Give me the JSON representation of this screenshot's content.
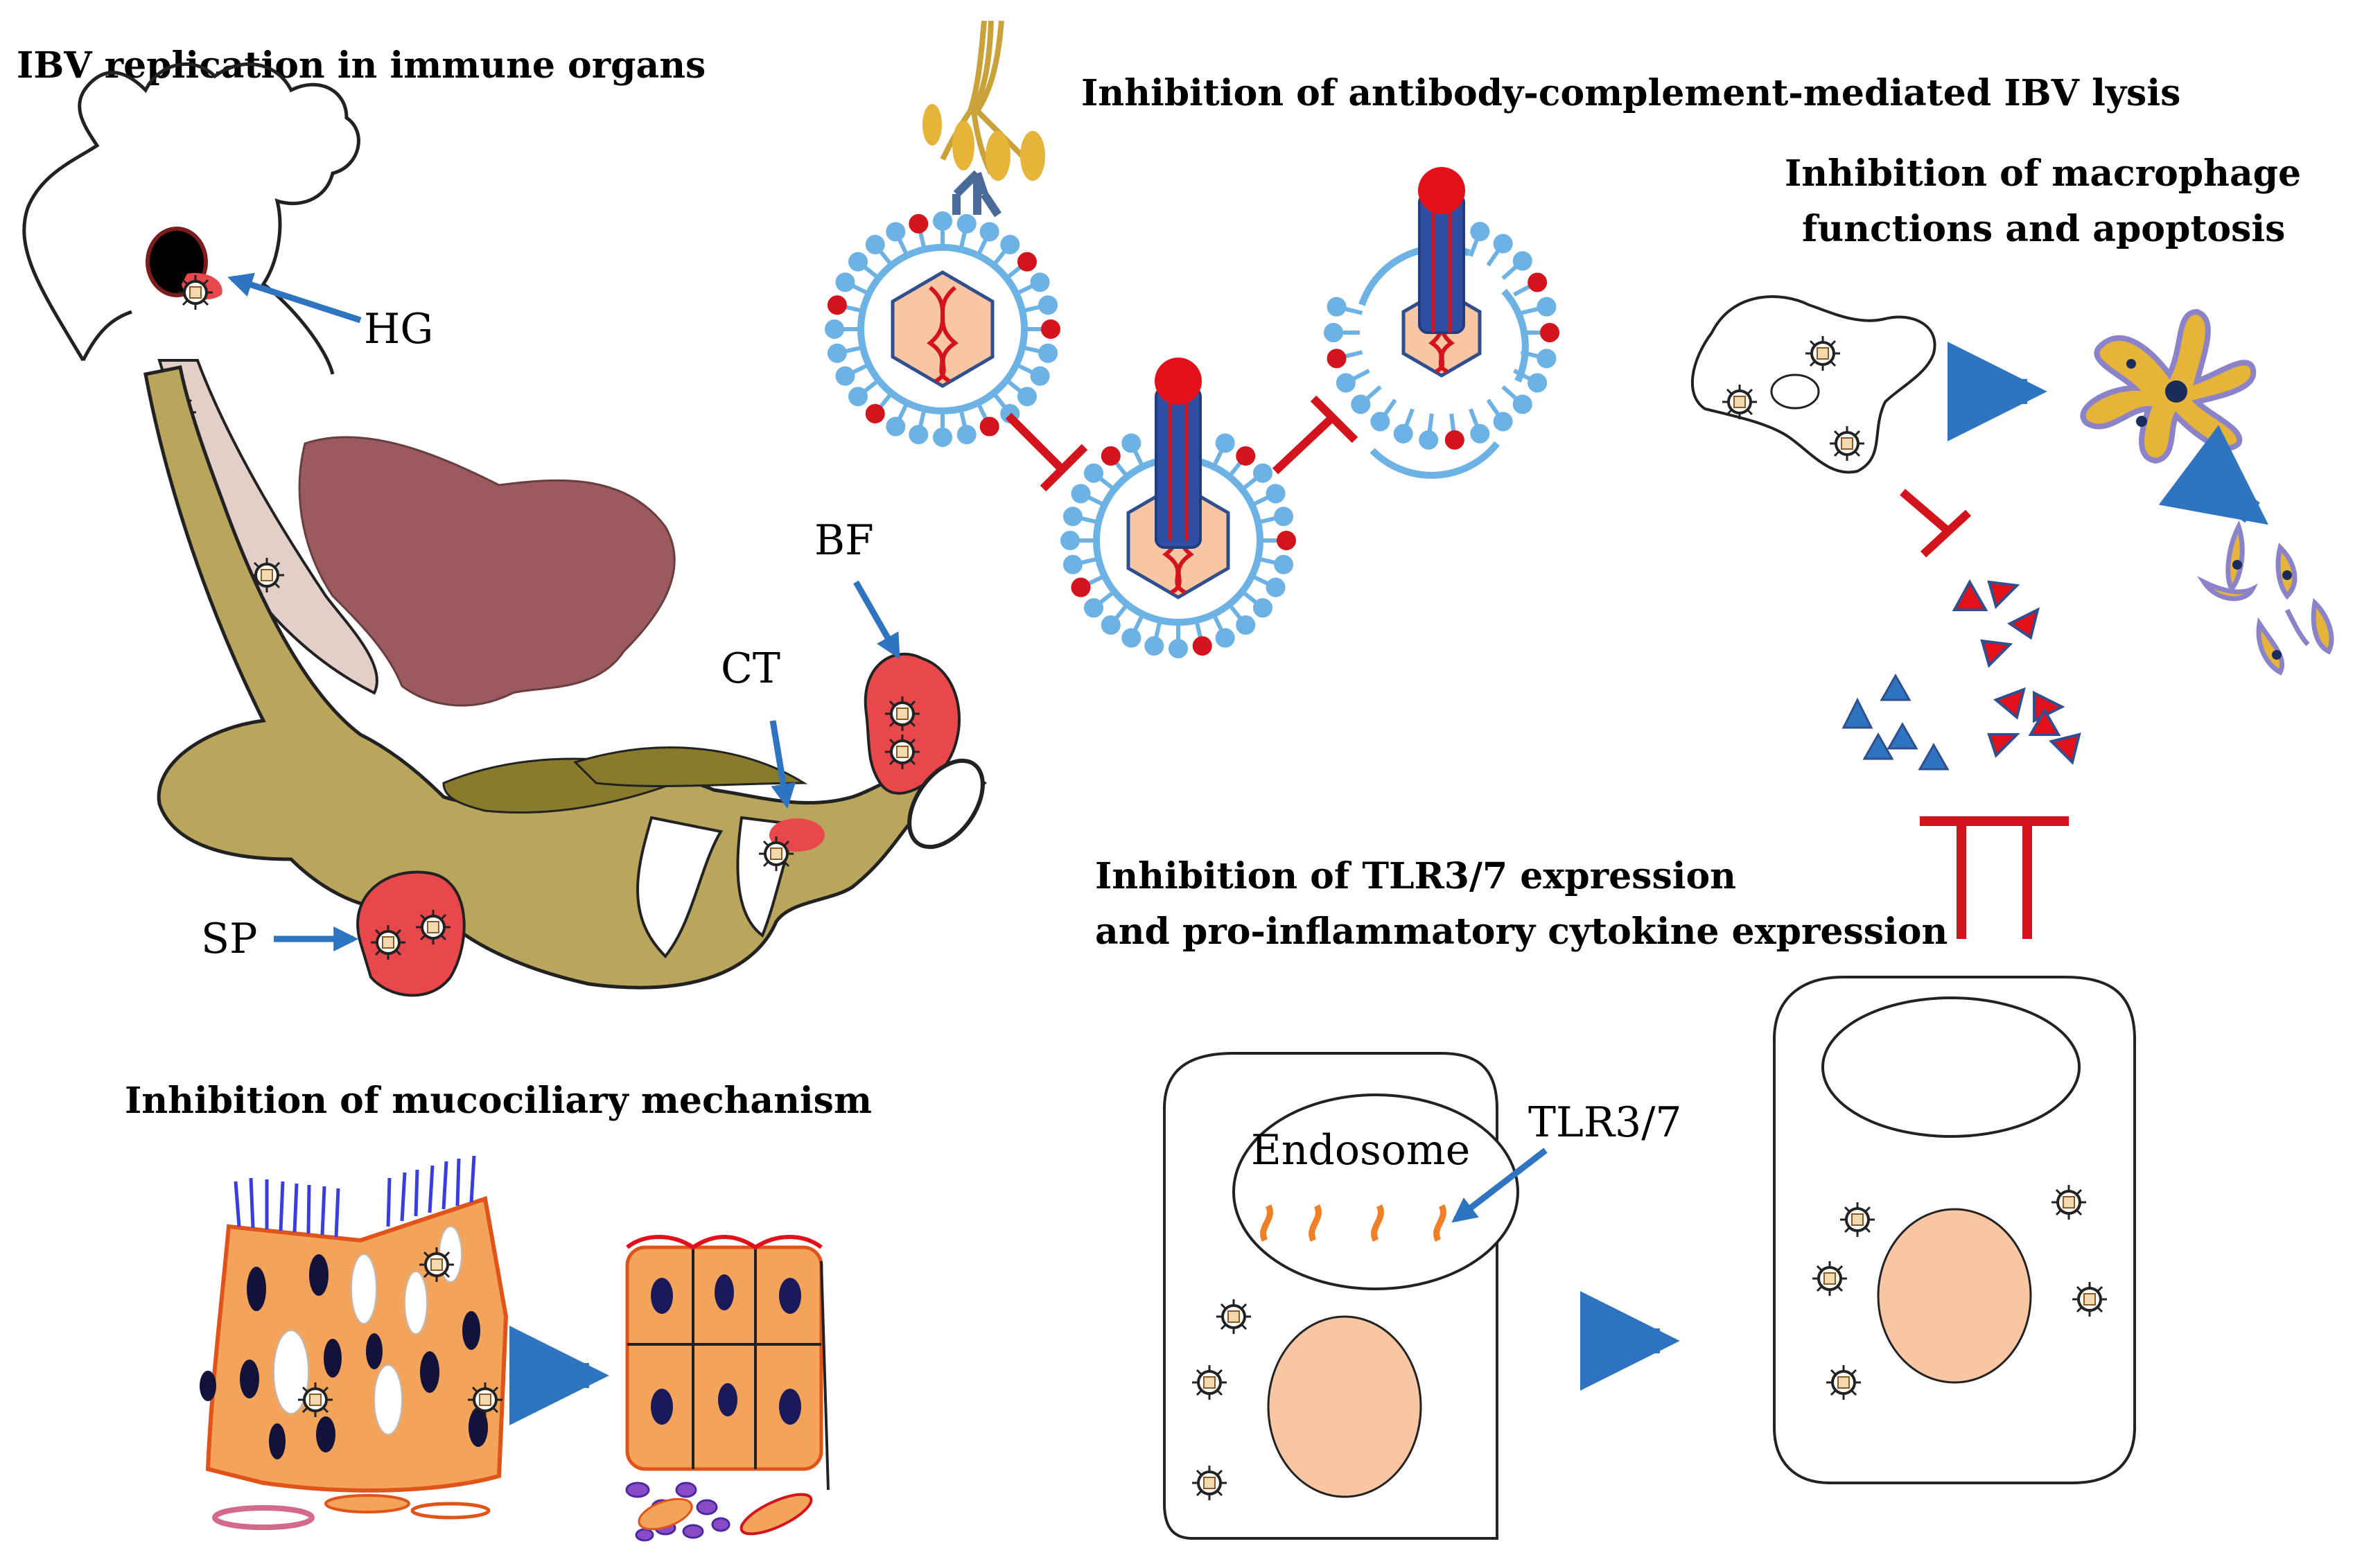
{
  "headings": {
    "replication": "IBV replication in immune organs",
    "antibody": "Inhibition of antibody-complement-mediated  IBV lysis",
    "macrophage_line1": "Inhibition  of  macrophage",
    "macrophage_line2": "functions and apoptosis",
    "tlr_line1": "Inhibition of TLR3/7 expression",
    "tlr_line2": "and pro-inflammatory  cytokine  expression",
    "mucociliary": "Inhibition of mucociliary mechanism"
  },
  "organ_labels": {
    "hg": "HG",
    "bf": "BF",
    "ct": "CT",
    "sp": "SP"
  },
  "cell_labels": {
    "endosome": "Endosome",
    "tlr": "TLR3/7"
  },
  "colors": {
    "arrow_blue": "#2f74c0",
    "inhibit_red": "#d4141c",
    "organ_red": "#e8474c",
    "gut_olive": "#b9a55c",
    "liver": "#9b5a5e",
    "nucleus_peach": "#f9c6a3",
    "lipid_blue": "#6cb2e4",
    "macrophage_gold": "#e7b43a"
  }
}
